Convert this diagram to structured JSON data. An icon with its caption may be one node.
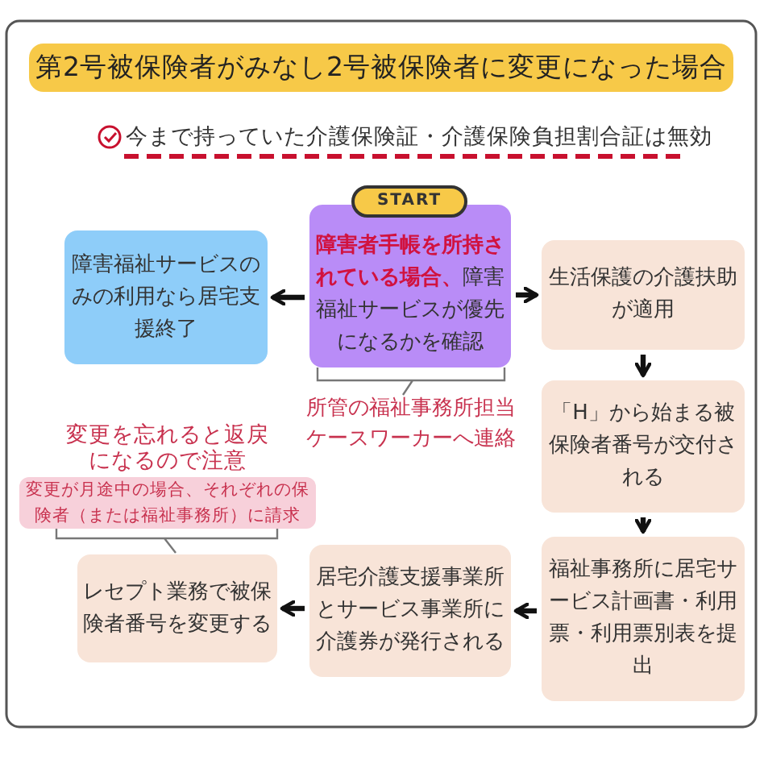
{
  "diagram": {
    "title": "第2号被保険者がみなし2号被保険者に変更になった場合",
    "nodes": [
      {
        "text": [
          "START"
        ]
      },
      {
        "text": [
          "**障害者手帳を所持されている場合、**障害福祉サービスが優先になるかを確認"
        ]
      },
      {
        "text": [
          "障害福祉サービスのみの利用なら居宅支援終了"
        ]
      },
      {
        "text": [
          "生活保護の介護扶助が適用"
        ]
      },
      {
        "text": [
          "「H」から始まる被保険者番号が交付される"
        ]
      },
      {
        "text": [
          "福祉事務所に居宅サービス計画書・利用票・利用票別表を提出"
        ]
      },
      {
        "text": [
          "居宅介護支援事業所とサービス事業所に介護券が発行される"
        ]
      },
      {
        "text": [
          "レセプト業務で被保険者番号を変更する"
        ]
      },
      {
        "text": [
          "変更を忘れると返戻になるので注意",
          "変更が月途中の場合、それぞれの保険者（または福祉事務所）に請求"
        ]
      }
    ],
    "edges": [
      {
        "from": 1,
        "to": 2,
        "arrow": "to"
      },
      {
        "from": 1,
        "to": 3,
        "arrow": "to"
      },
      {
        "from": 3,
        "to": 4,
        "arrow": "to"
      },
      {
        "from": 4,
        "to": 5,
        "arrow": "to"
      },
      {
        "from": 5,
        "to": 6,
        "arrow": "to"
      },
      {
        "from": 6,
        "to": 7,
        "arrow": "to"
      }
    ],
    "labels": [
      "今まで持っていた介護保険証・介護保険負担割合証は無効",
      "所管の福祉事務所担当ケースワーカーへ連絡"
    ]
  }
}
